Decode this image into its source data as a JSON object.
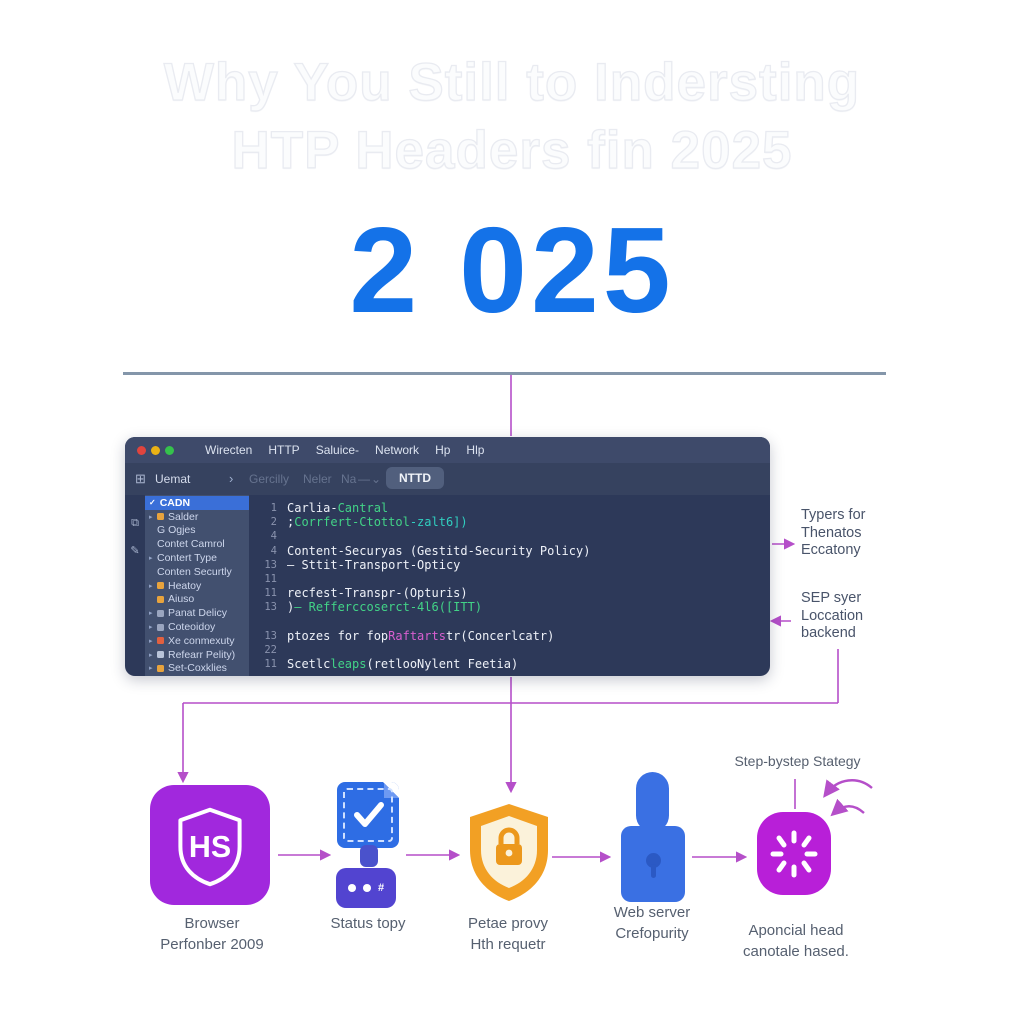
{
  "ghost_title": {
    "line1": "Why You Still to Indersting",
    "line2": "HTP Headers fin 2025"
  },
  "year": "2 025",
  "editor": {
    "menu_items": [
      "Wirecten",
      "HTTP",
      "Saluice-",
      "Network",
      "Hp",
      "Hlp"
    ],
    "panel_label": "Uemat",
    "panel_chevron": "›",
    "toolbar_items": [
      "Gercilly",
      "Neler",
      "Na",
      "—",
      "⌄"
    ],
    "run_button": "NTTD",
    "sidebar_items": [
      {
        "label": "CADN",
        "selected": true,
        "check": "✓"
      },
      {
        "label": "Salder",
        "arrow": true,
        "icon": "orange"
      },
      {
        "label": "G Ogjes"
      },
      {
        "label": "Contet Camrol"
      },
      {
        "label": "Contert Type",
        "arrow": true
      },
      {
        "label": "Conten Securtly"
      },
      {
        "label": "Heatoy",
        "arrow": true,
        "icon": "orange"
      },
      {
        "label": "Aiuso",
        "icon": "orange"
      },
      {
        "label": "Panat Delicy",
        "arrow": true,
        "icon": "gray"
      },
      {
        "label": "Coteoidoy",
        "arrow": true,
        "icon": "gray"
      },
      {
        "label": "Xe conmexuty",
        "arrow": true,
        "icon": "red"
      },
      {
        "label": "Refearr Pelity)",
        "arrow": true,
        "icon": "bluegray"
      },
      {
        "label": "Set-Coxklies",
        "arrow": true,
        "icon": "orange"
      }
    ],
    "code_lines": [
      {
        "num": "1",
        "segs": [
          {
            "text": "Carlia-",
            "color": "w"
          },
          {
            "text": "Cantral",
            "color": "g"
          }
        ]
      },
      {
        "num": "2",
        "segs": [
          {
            "text": "; ",
            "color": "w"
          },
          {
            "text": "Corrfert-Ctottol",
            "color": "g"
          },
          {
            "text": "-zalt6])",
            "color": "t"
          }
        ]
      },
      {
        "num": "4",
        "segs": []
      },
      {
        "num": "4",
        "segs": [
          {
            "text": "Content-Securyas (Gestitd-Security Policy)",
            "color": "w"
          }
        ]
      },
      {
        "num": "13",
        "segs": [
          {
            "text": "— Sttit-Transport-Opticy",
            "color": "w"
          }
        ]
      },
      {
        "num": "11",
        "segs": []
      },
      {
        "num": "11",
        "segs": [
          {
            "text": "recfest-Transpr-(Opturis)",
            "color": "w"
          }
        ]
      },
      {
        "num": "13",
        "segs": [
          {
            "text": ") ",
            "color": "w"
          },
          {
            "text": "— Refferccoserct-4l6([ITT)",
            "color": "g"
          }
        ]
      },
      {
        "num": "",
        "segs": []
      },
      {
        "num": "13",
        "segs": [
          {
            "text": "ptozes for fop ",
            "color": "w"
          },
          {
            "text": "Raftarts",
            "color": "m"
          },
          {
            "text": " tr(Concerlcatr)",
            "color": "w"
          }
        ]
      },
      {
        "num": "22",
        "segs": []
      },
      {
        "num": "11",
        "segs": [
          {
            "text": "Scetlc ",
            "color": "w"
          },
          {
            "text": "leaps",
            "color": "g"
          },
          {
            "text": " (retlooNylent Feetia)",
            "color": "w"
          }
        ]
      }
    ]
  },
  "annotations": {
    "right_top": {
      "lines": [
        "Typers for",
        "Thenatos",
        "Eccatony"
      ]
    },
    "right_mid": {
      "lines": [
        "SEP syer",
        "Loccation",
        "backend"
      ]
    },
    "step_label": "Step-bystep Stategy"
  },
  "flow": {
    "nodes": [
      {
        "icon": "hs-shield-icon",
        "label1": "Browser",
        "label2": "Perfonber 2009"
      },
      {
        "icon": "status-doc-icon",
        "label1": "Status topy",
        "label2": ""
      },
      {
        "icon": "orange-shield-lock-icon",
        "label1": "Petae provy",
        "label2": "Hth requetr"
      },
      {
        "icon": "padlock-icon",
        "label1": "Web server",
        "label2": "Crefopurity"
      },
      {
        "icon": "sparkle-badge-icon",
        "label1": "Aponcial head",
        "label2": "canotale hased."
      }
    ]
  },
  "icons": {
    "grid": "⊞",
    "export": "⧉",
    "pencil": "✎",
    "chevron": "›",
    "caret": "⌄",
    "check": "✓",
    "collapsed_arrow": "▸"
  },
  "colors": {
    "accent_blue": "#1472e8",
    "connector_purple": "#b54fc9",
    "divider": "#8496aa",
    "editor_bg": "#2d3959",
    "selection_blue": "#3a6fd8"
  }
}
